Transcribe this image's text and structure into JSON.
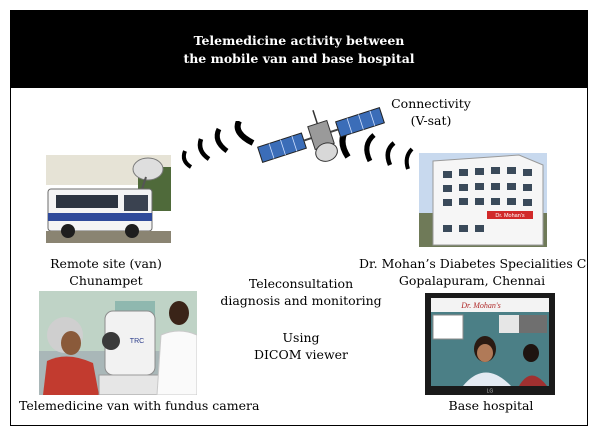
{
  "header": {
    "line1": "Telemedicine activity between",
    "line2": "the mobile van and base hospital"
  },
  "connectivity": {
    "line1": "Connectivity",
    "line2": "(V-sat)"
  },
  "remote_site": {
    "line1": "Remote site (van)",
    "line2": "Chunampet"
  },
  "hospital_name": {
    "line1": "Dr. Mohan’s Diabetes Specialities Centre",
    "line2": "Gopalapuram, Chennai"
  },
  "teleconsultation": {
    "line1": "Teleconsultation",
    "line2": "diagnosis and monitoring"
  },
  "dicom": {
    "line1": "Using",
    "line2": "DICOM viewer"
  },
  "captions": {
    "van_camera": "Telemedicine van with fundus camera",
    "base_hospital": "Base hospital"
  },
  "sign_texts": {
    "building_sign": "Dr. Mohan's",
    "screen_banner": "Dr. Mohan's",
    "camera_brand": "TRC",
    "tv_brand": "LG"
  },
  "colors": {
    "header_bg": "#000000",
    "header_text": "#ffffff",
    "signal_arc": "#000000"
  }
}
